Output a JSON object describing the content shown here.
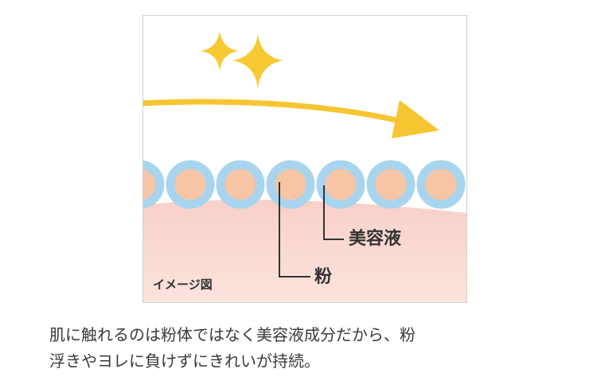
{
  "diagram": {
    "labels": {
      "serum": "美容液",
      "powder": "粉",
      "image_note": "イメージ図"
    },
    "colors": {
      "sparkle": "#f7c933",
      "arrow": "#f6c531",
      "skin_top": "#f7d0c9",
      "skin_bottom": "#fbe4dc",
      "ring": "#a8d4ee",
      "core": "#f7c5a5",
      "leader_line": "#333333",
      "border": "#d0d0d0"
    },
    "icons": [
      "sparkle-large-icon",
      "sparkle-small-icon",
      "arrow-icon"
    ]
  },
  "caption": {
    "line1": "肌に触れるのは粉体ではなく美容液成分だから、粉",
    "line2": "浮きやヨレに負けずにきれいが持続。"
  }
}
